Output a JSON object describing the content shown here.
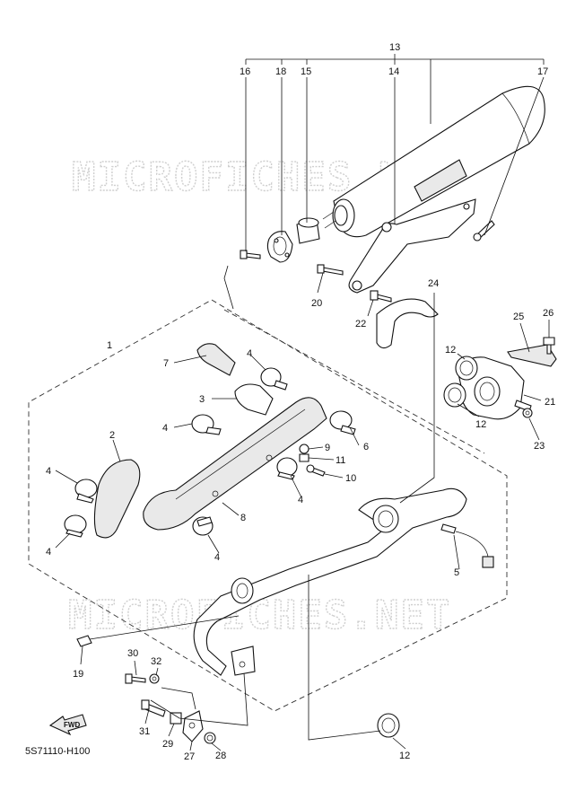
{
  "watermark": "MICROFICHES.NET",
  "diagram_code": "5S71110-H100",
  "fwd_label": "FWD",
  "callouts": [
    "13",
    "16",
    "18",
    "15",
    "14",
    "17",
    "20",
    "22",
    "24",
    "25",
    "26",
    "1",
    "12",
    "21",
    "23",
    "7",
    "4",
    "3",
    "9",
    "11",
    "10",
    "6",
    "2",
    "8",
    "5",
    "19",
    "30",
    "32",
    "31",
    "29",
    "27",
    "28"
  ]
}
